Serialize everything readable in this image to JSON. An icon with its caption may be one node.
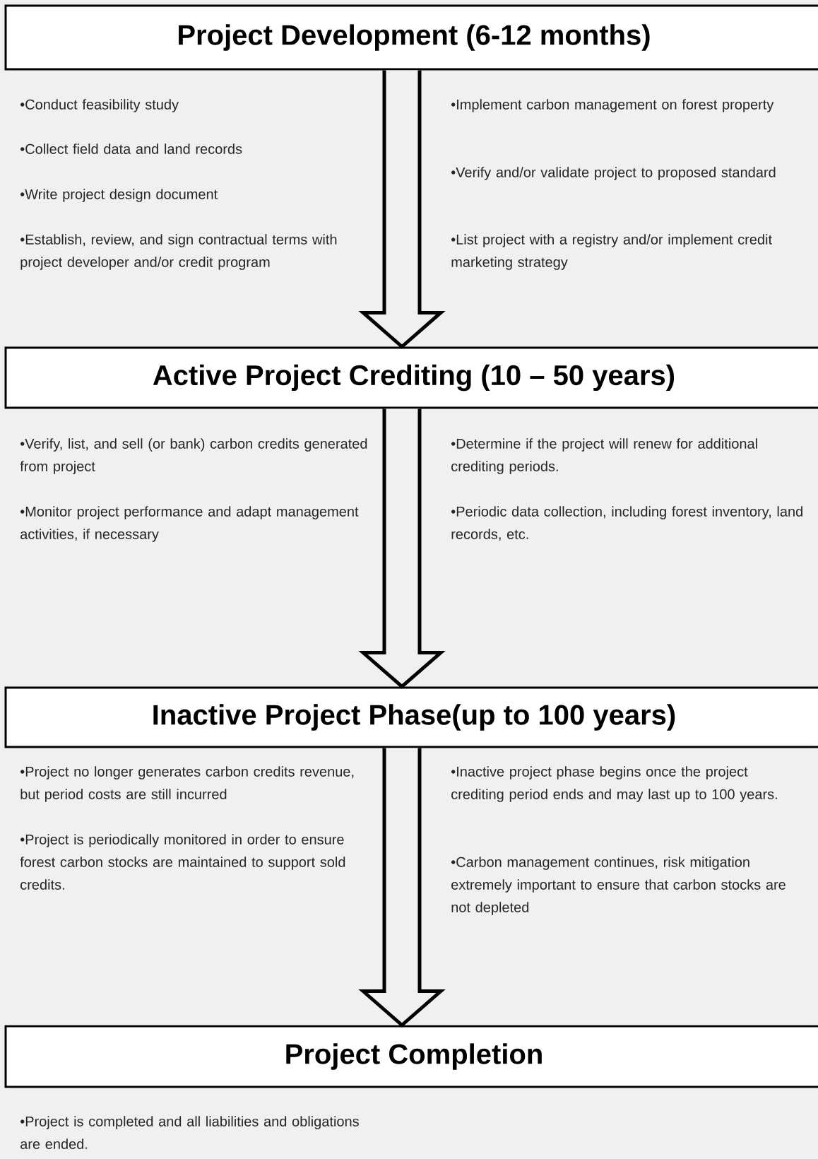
{
  "diagram": {
    "nodes": [
      {
        "text": [
          "Project Development (6-12 months)"
        ]
      },
      {
        "text": [
          "Active Project Crediting (10 – 50 years)"
        ]
      },
      {
        "text": [
          "Inactive Project Phase(up to 100 years)"
        ]
      },
      {
        "text": [
          "Project Completion"
        ]
      }
    ],
    "edges": [
      {
        "from": 0,
        "to": 1,
        "arrow": "to"
      },
      {
        "from": 1,
        "to": 2,
        "arrow": "to"
      },
      {
        "from": 2,
        "to": 3,
        "arrow": "to"
      }
    ],
    "labels": [
      "•Conduct feasibility study",
      "•Implement carbon management on forest property",
      "•Collect field data and land records",
      "•Verify and/or validate project to proposed standard",
      "•Write project design document",
      "•Establish, review, and sign contractual terms with project developer and/or credit program",
      "•List project with a registry and/or implement credit marketing strategy",
      "•Verify, list, and sell (or bank) carbon credits generated from project",
      "•Determine if the project will renew for additional crediting periods.",
      "•Monitor project performance and adapt management activities, if necessary",
      "•Periodic data collection, including forest inventory, land records, etc.",
      "•Project no longer generates carbon credits revenue, but period costs are still incurred",
      "•Inactive project phase begins once the project crediting period ends and may last up to 100 years.",
      "•Project is periodically monitored in order to ensure forest carbon stocks are maintained to support sold credits.",
      "•Carbon management continues, risk mitigation extremely important to ensure that carbon stocks are not depleted",
      "•Project is completed and all liabilities and obligations are ended."
    ]
  }
}
